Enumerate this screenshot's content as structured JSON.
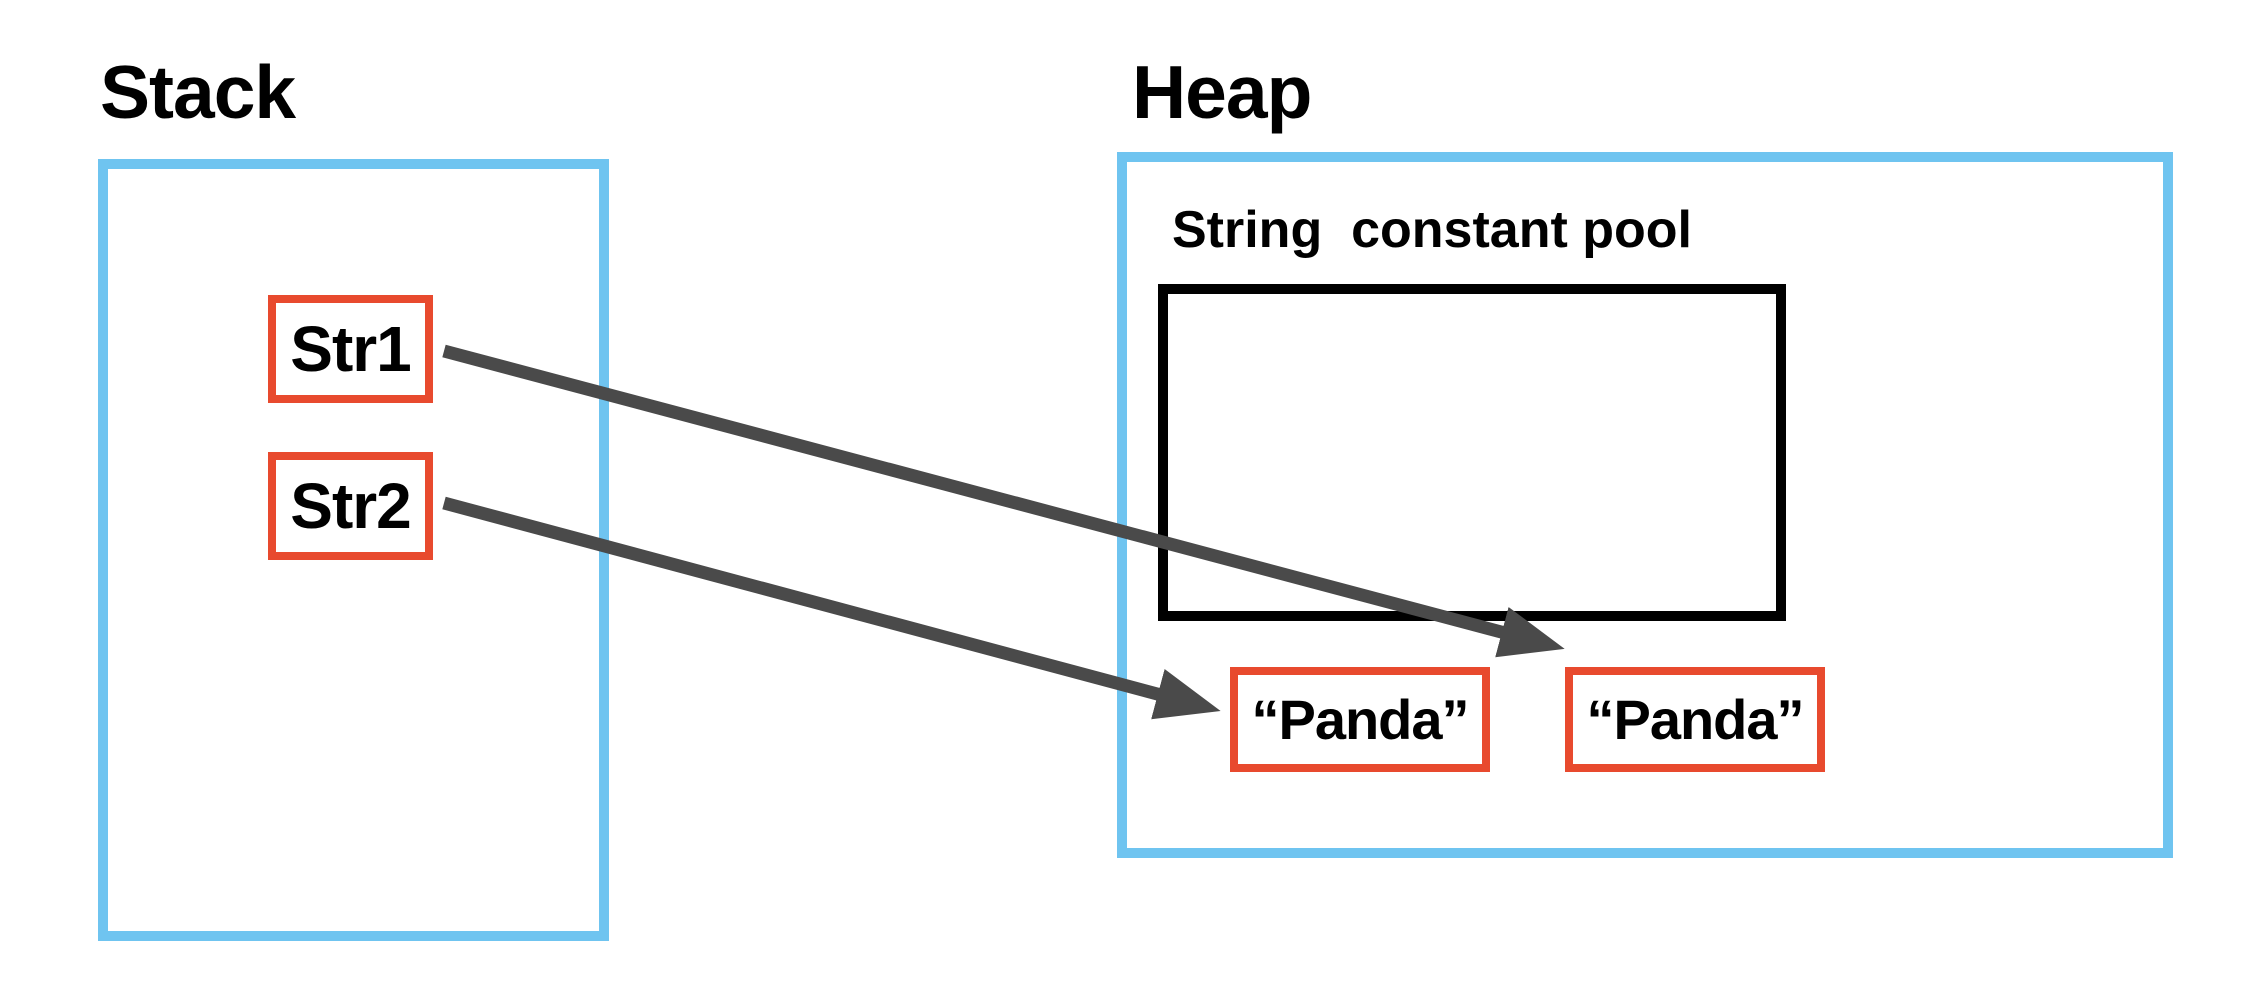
{
  "diagram": {
    "stack": {
      "title": "Stack",
      "items": [
        {
          "label": "Str1"
        },
        {
          "label": "Str2"
        }
      ]
    },
    "heap": {
      "title": "Heap",
      "pool_label": "String  constant pool",
      "strings": [
        {
          "label": "“Panda”"
        },
        {
          "label": "“Panda”"
        }
      ]
    },
    "arrows": [
      {
        "name": "str1-to-panda-right",
        "from": "Str1",
        "to": "“Panda” (right, outside pool)"
      },
      {
        "name": "str2-to-panda-left",
        "from": "Str2",
        "to": "“Panda” (left, outside pool)"
      }
    ],
    "colors": {
      "box_blue": "#6FC4F0",
      "box_red": "#E84A2E",
      "arrow_gray": "#4A4A4A",
      "pool_black": "#000000",
      "text_black": "#000000"
    }
  }
}
